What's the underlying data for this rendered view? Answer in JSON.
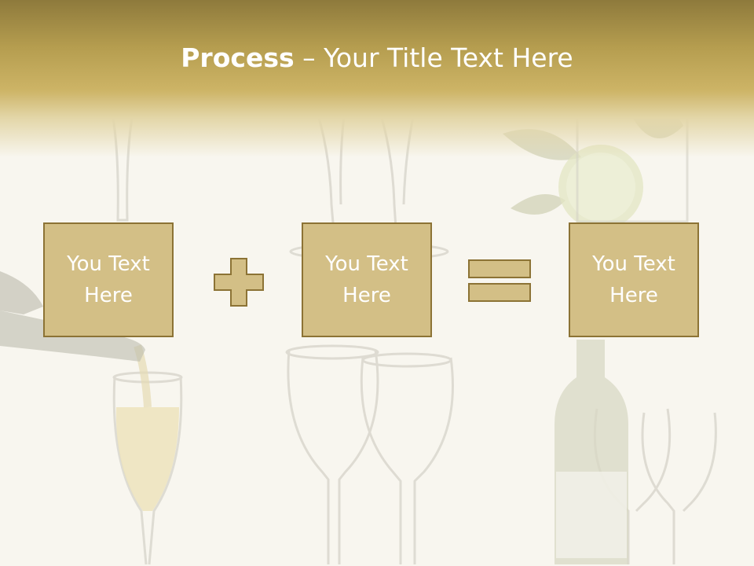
{
  "title": {
    "bold": "Process",
    "rest": " – Your Title Text Here"
  },
  "boxes": [
    {
      "line1": "You Text",
      "line2": "Here"
    },
    {
      "line1": "You Text",
      "line2": "Here"
    },
    {
      "line1": "You Text",
      "line2": "Here"
    }
  ],
  "operators": [
    "plus-icon",
    "equals-icon"
  ],
  "colors": {
    "header": "#b59d4f",
    "box_fill": "#d3bf86",
    "box_border": "#8c7335",
    "background": "#f8f6ef"
  }
}
